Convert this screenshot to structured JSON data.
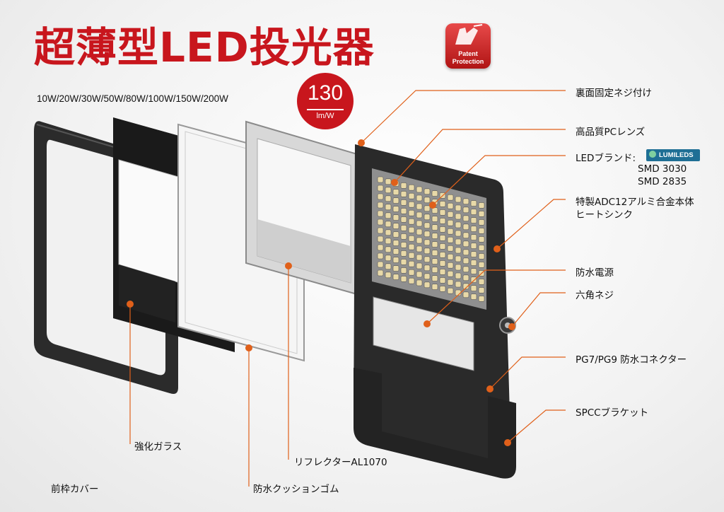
{
  "title": "超薄型LED投光器",
  "badge": {
    "line1": "Patent",
    "line2": "Protection"
  },
  "wattages": "10W/20W/30W/50W/80W/100W/150W/200W",
  "efficacy": {
    "value": "130",
    "unit": "lm/W"
  },
  "callouts": {
    "rear_screws": "裏面固定ネジ付け",
    "pc_lens": "高品質PCレンズ",
    "led_brand": "LEDブランド:",
    "led_brand_logo": "LUMILEDS",
    "smd1": "SMD 3030",
    "smd2": "SMD 2835",
    "heatsink1": "特製ADC12アルミ合金本体",
    "heatsink2": "ヒートシンク",
    "power": "防水電源",
    "hex_screw": "六角ネジ",
    "connector": "PG7/PG9 防水コネクター",
    "bracket": "SPCCブラケット",
    "glass": "強化ガラス",
    "reflector": "リフレクターAL1070",
    "cushion": "防水クッションゴム",
    "front_frame": "前枠カバー"
  },
  "colors": {
    "accent": "#c8161d",
    "leader": "#e0601a"
  }
}
